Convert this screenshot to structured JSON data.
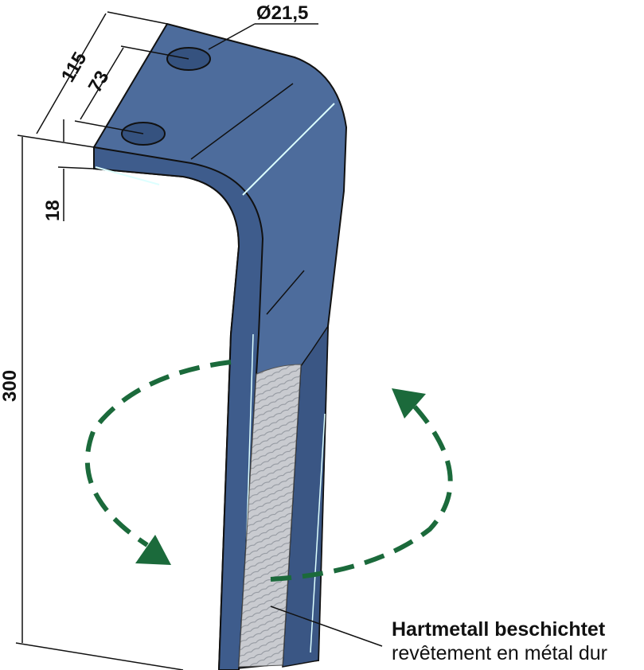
{
  "dimensions": {
    "hole_diameter": "Ø21,5",
    "width_outer": "115",
    "hole_spacing": "73",
    "thickness": "18",
    "height": "300"
  },
  "caption": {
    "line1": "Hartmetall beschichtet",
    "line2": "revêtement en métal dur"
  },
  "colors": {
    "steel": "#4d6c9c",
    "steel_dark": "#3a5684",
    "carbide": "#c9cbd0",
    "rotation_arrow": "#1b6a3b"
  }
}
